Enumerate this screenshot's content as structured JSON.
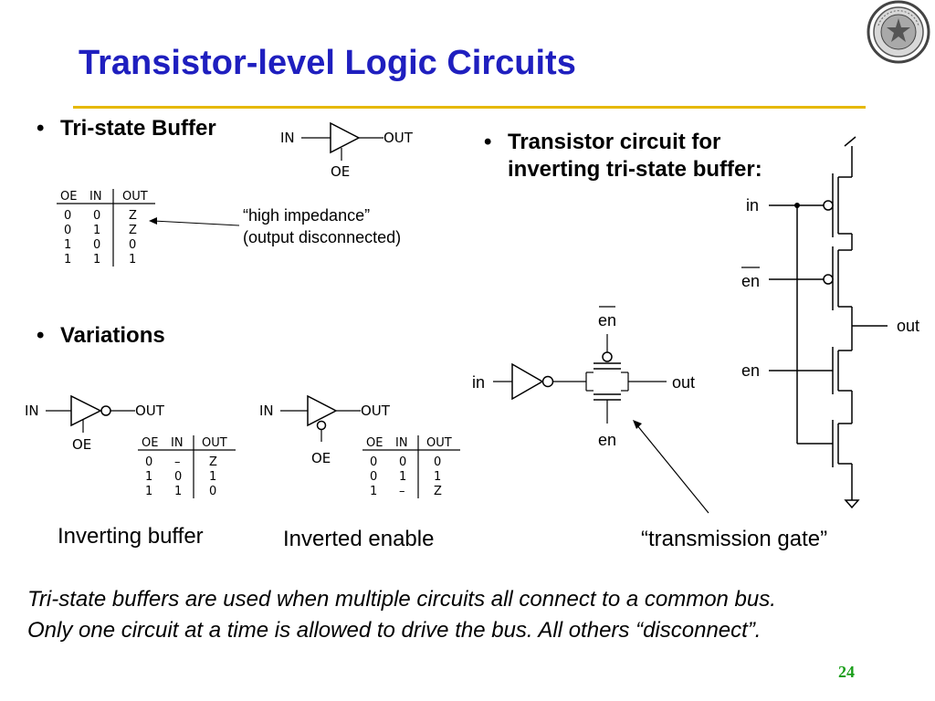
{
  "title": "Transistor-level Logic Circuits",
  "bullets": {
    "tristate": "Tri-state Buffer",
    "variations": "Variations",
    "transistor_line1": "Transistor circuit for",
    "transistor_line2": "inverting tri-state buffer:"
  },
  "bullet_marker": "•",
  "annotation": {
    "line1": "“high impedance”",
    "line2": "(output disconnected)"
  },
  "buffer_labels": {
    "in": "IN",
    "out": "OUT",
    "oe": "OE"
  },
  "tristate_table": {
    "headers": [
      "OE",
      "IN",
      "OUT"
    ],
    "rows": [
      [
        "0",
        "0",
        "Z"
      ],
      [
        "0",
        "1",
        "Z"
      ],
      [
        "1",
        "0",
        "0"
      ],
      [
        "1",
        "1",
        "1"
      ]
    ]
  },
  "inverting_table": {
    "headers": [
      "OE",
      "IN",
      "OUT"
    ],
    "rows": [
      [
        "0",
        "–",
        "Z"
      ],
      [
        "1",
        "0",
        "1"
      ],
      [
        "1",
        "1",
        "0"
      ]
    ]
  },
  "inverted_enable_table": {
    "headers": [
      "OE",
      "IN",
      "OUT"
    ],
    "rows": [
      [
        "0",
        "0",
        "0"
      ],
      [
        "0",
        "1",
        "1"
      ],
      [
        "1",
        "–",
        "Z"
      ]
    ]
  },
  "captions": {
    "inverting": "Inverting buffer",
    "inverted_enable": "Inverted enable",
    "transmission": "“transmission gate”"
  },
  "tgate_labels": {
    "in": "in",
    "out": "out",
    "en_bar": "en",
    "en": "en"
  },
  "transistor_labels": {
    "in": "in",
    "en_bar": "en",
    "en": "en",
    "out": "out"
  },
  "bottom_text": {
    "line1": "Tri-state buffers are used when multiple circuits all connect to a common bus.",
    "line2": "Only one circuit at a time is allowed to drive the bus.  All others “disconnect”."
  },
  "page_number": "24",
  "logo": {
    "name": "university-seal-logo"
  }
}
